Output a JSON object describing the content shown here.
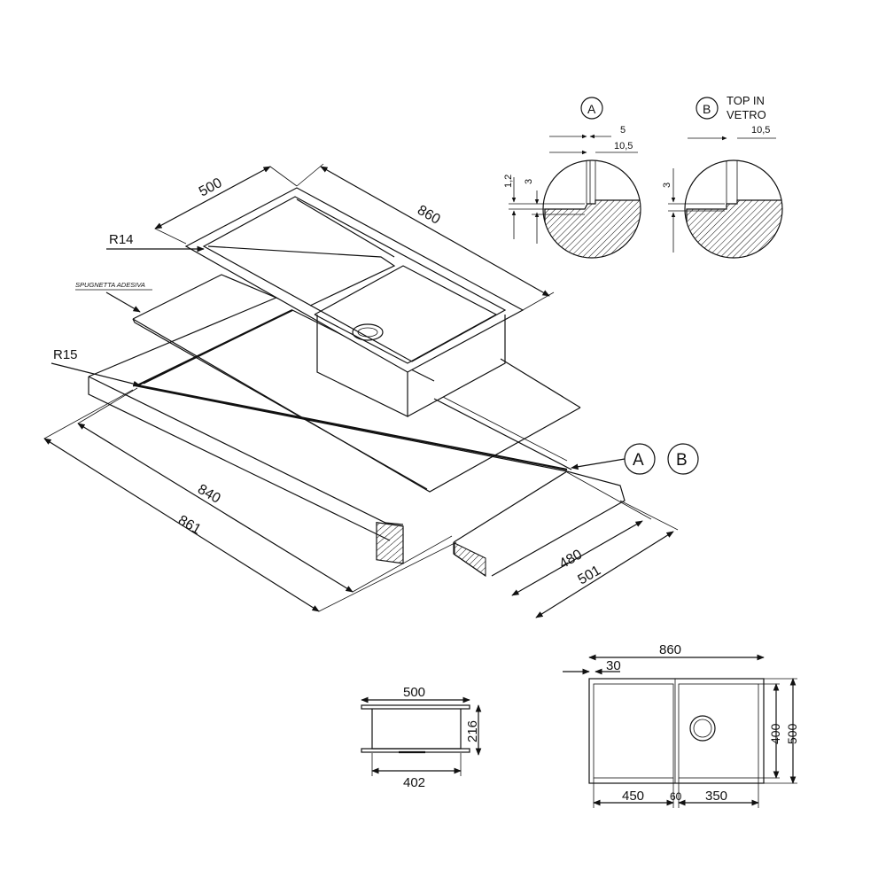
{
  "iso_view": {
    "dim_width": "500",
    "dim_length": "860",
    "radius_sink": "R14",
    "radius_cutout": "R15",
    "gasket_label": "SPUGNETTA ADESIVA",
    "cut_length_inner": "840",
    "cut_length_outer": "861",
    "cut_width_inner": "480",
    "cut_width_outer": "501",
    "callout_a": "A",
    "callout_b": "B"
  },
  "detail_a": {
    "label": "A",
    "dim_top_1": "5",
    "dim_top_2": "10,5",
    "dim_side_1": "1,2",
    "dim_side_2": "3"
  },
  "detail_b": {
    "label": "B",
    "title_line1": "TOP IN",
    "title_line2": "VETRO",
    "dim_top": "10,5",
    "dim_side": "3"
  },
  "side_view": {
    "dim_top": "500",
    "dim_height": "216",
    "dim_bottom": "402"
  },
  "plan_view": {
    "dim_total": "860",
    "dim_offset": "30",
    "dim_depth_inner": "400",
    "dim_depth_outer": "500",
    "dim_left": "450",
    "dim_mid": "60",
    "dim_right": "350"
  }
}
